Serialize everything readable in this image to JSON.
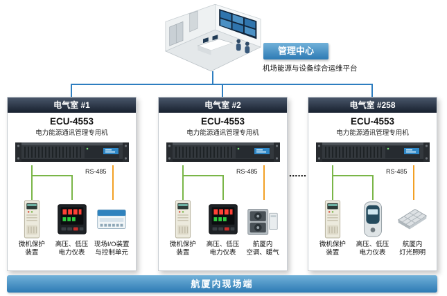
{
  "management_center": {
    "label": "管理中心",
    "subtitle": "机场能源与设备综合运维平台"
  },
  "ellipsis": "▪▪▪▪▪▪",
  "footer_label": "航厦内现场端",
  "colors": {
    "accent_blue": "#2e7ec0",
    "wire_green": "#7ab648",
    "wire_orange": "#f2a024",
    "panel_header_top": "#49566a",
    "panel_header_bottom": "#17202e",
    "banner_top": "#71b1d9",
    "banner_bottom": "#2d7ab4"
  },
  "rooms": [
    {
      "title": "电气室 #1",
      "device_model": "ECU-4553",
      "device_desc": "电力能源通讯管理专用机",
      "bus_label": "RS-485",
      "endpoints": [
        {
          "label_line1": "微机保护",
          "label_line2": "装置"
        },
        {
          "label_line1": "高压、低压",
          "label_line2": "电力仪表"
        },
        {
          "label_line1": "现场I/O装置",
          "label_line2": "与控制单元"
        }
      ]
    },
    {
      "title": "电气室 #2",
      "device_model": "ECU-4553",
      "device_desc": "电力能源通讯管理专用机",
      "bus_label": "RS-485",
      "endpoints": [
        {
          "label_line1": "微机保护",
          "label_line2": "装置"
        },
        {
          "label_line1": "高压、低压",
          "label_line2": "电力仪表"
        },
        {
          "label_line1": "航厦内",
          "label_line2": "空调、暖气"
        }
      ]
    },
    {
      "title": "电气室 #258",
      "device_model": "ECU-4553",
      "device_desc": "电力能源通讯管理专用机",
      "bus_label": "RS-485",
      "endpoints": [
        {
          "label_line1": "微机保护",
          "label_line2": "装置"
        },
        {
          "label_line1": "高压、低压",
          "label_line2": "电力仪表"
        },
        {
          "label_line1": "航厦内",
          "label_line2": "灯光照明"
        }
      ]
    }
  ]
}
